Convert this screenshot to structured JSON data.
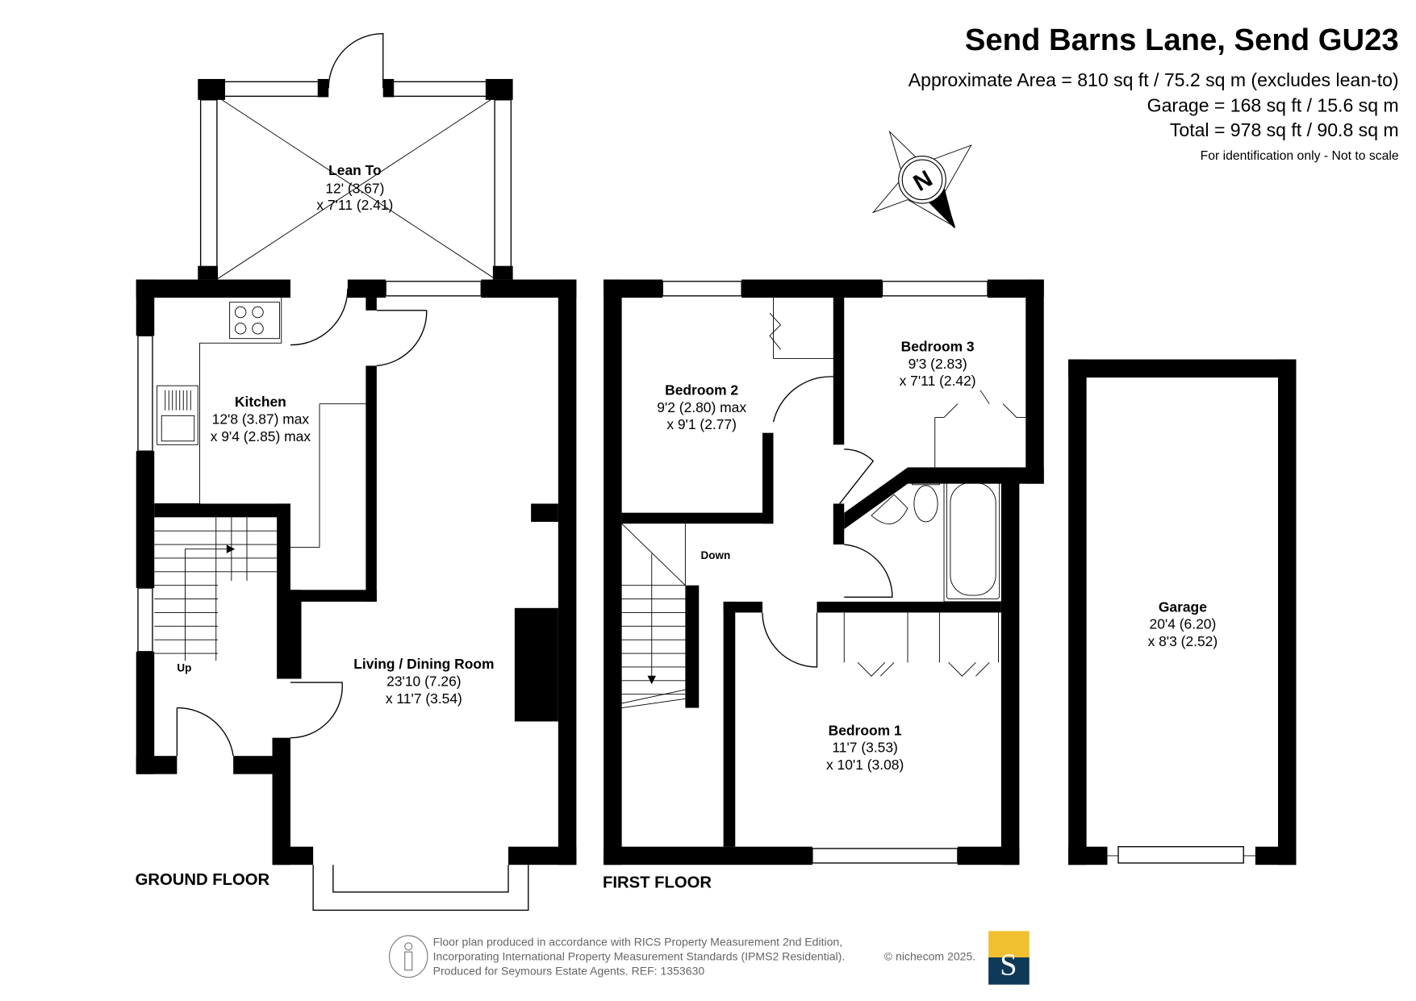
{
  "header": {
    "title": "Send Barns Lane, Send GU23",
    "area": "Approximate Area = 810 sq ft / 75.2 sq m (excludes lean-to)",
    "garage": "Garage = 168 sq ft / 15.6 sq m",
    "total": "Total = 978 sq ft / 90.8 sq m",
    "disclaimer": "For identification only - Not to scale",
    "compass_letter": "N"
  },
  "ground_floor": {
    "label": "GROUND FLOOR",
    "stairs_label": "Up",
    "rooms": [
      {
        "name": "Lean To",
        "dim1": "12' (3.67)",
        "dim2": "x 7'11 (2.41)"
      },
      {
        "name": "Kitchen",
        "dim1": "12'8 (3.87) max",
        "dim2": "x 9'4 (2.85) max"
      },
      {
        "name": "Living / Dining Room",
        "dim1": "23'10 (7.26)",
        "dim2": "x 11'7 (3.54)"
      }
    ]
  },
  "first_floor": {
    "label": "FIRST FLOOR",
    "stairs_label": "Down",
    "rooms": [
      {
        "name": "Bedroom 2",
        "dim1": "9'2 (2.80) max",
        "dim2": "x 9'1 (2.77)"
      },
      {
        "name": "Bedroom 3",
        "dim1": "9'3 (2.83)",
        "dim2": "x 7'11 (2.42)"
      },
      {
        "name": "Bedroom 1",
        "dim1": "11'7 (3.53)",
        "dim2": "x 10'1 (3.08)"
      }
    ]
  },
  "garage": {
    "name": "Garage",
    "dim1": "20'4 (6.20)",
    "dim2": "x 8'3 (2.52)"
  },
  "footer": {
    "line1": "Floor plan produced in accordance with RICS Property Measurement 2nd Edition,",
    "line2": "Incorporating International Property Measurement Standards (IPMS2 Residential).",
    "copyright": "© nichecom 2025.",
    "line3": "Produced for Seymours Estate Agents.   REF: 1353630",
    "logo_letter": "S",
    "logo_colors": {
      "top": "#f0c030",
      "bottom": "#0e3a57"
    }
  }
}
